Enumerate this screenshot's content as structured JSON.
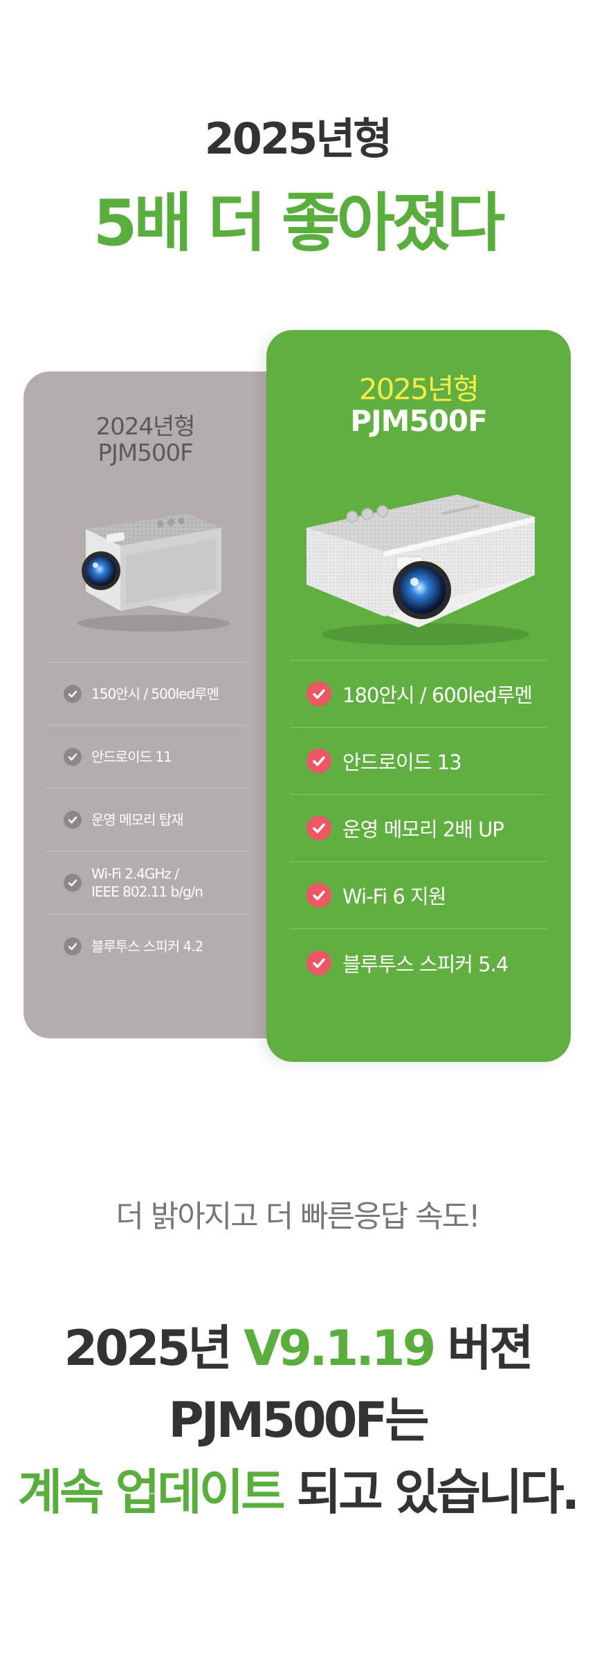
{
  "headline": {
    "year": "2025년형",
    "main": "5배 더 좋아졌다"
  },
  "old_model": {
    "year": "2024년형",
    "model": "PJM500F",
    "features": [
      "150안시 / 500led루멘",
      "안드로이드 11",
      "운영 메모리 탑재",
      "Wi-Fi 2.4GHz /\nIEEE 802.11 b/g/n",
      "블루투스 스피커 4.2"
    ]
  },
  "new_model": {
    "year": "2025년형",
    "model": "PJM500F",
    "features": [
      "180안시 / 600led루멘",
      "안드로이드 13",
      "운영 메모리 2배 UP",
      "Wi-Fi 6 지원",
      "블루투스 스피커 5.4"
    ]
  },
  "tagline": "더 밝아지고 더 빠른응답 속도!",
  "update": {
    "line1_prefix": "2025년 ",
    "line1_version": "V9.1.19",
    "line1_suffix": " 버젼",
    "line2": "PJM500F는",
    "line3_highlight": "계속 업데이트",
    "line3_suffix": " 되고 있습니다."
  },
  "colors": {
    "brand_green": "#5aae3d",
    "card_green": "#62af41",
    "card_gray": "#b3aeab",
    "new_year_yellow": "#f3ec4a",
    "check_red": "#eb5765",
    "check_gray": "#8c8886",
    "dark_text": "#333333"
  },
  "icons": {
    "old_feature_icon": "check-circle-gray-icon",
    "new_feature_icon": "check-circle-red-icon"
  }
}
